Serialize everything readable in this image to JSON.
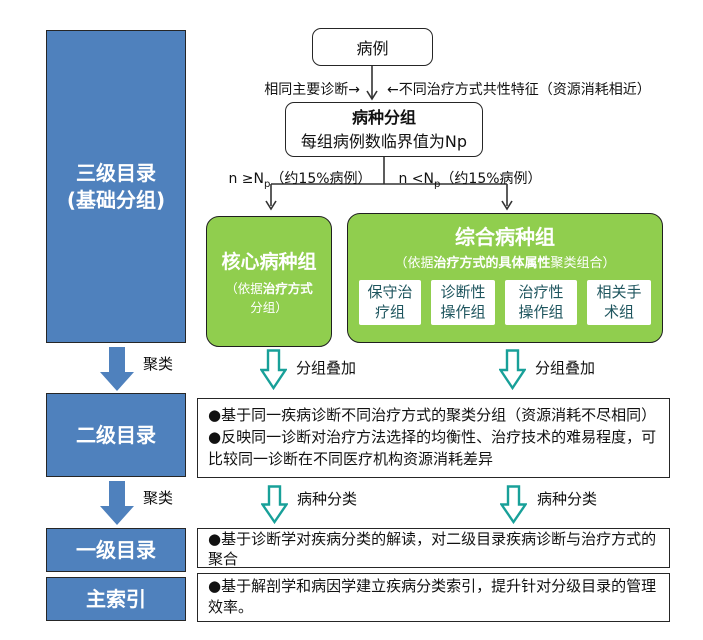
{
  "colors": {
    "blue": "#4f81bd",
    "green": "#90ce4e",
    "teal_arrow": "#18a099",
    "subbox_text": "#1e555e",
    "border": "#262626"
  },
  "left_column": {
    "level3_line1": "三级目录",
    "level3_line2": "(基础分组)",
    "cluster_label_1": "聚类",
    "level2": "二级目录",
    "cluster_label_2": "聚类",
    "level1": "一级目录",
    "main_index": "主索引"
  },
  "flow": {
    "case_box": "病例",
    "left_annotation": "相同主要诊断→",
    "right_annotation": "←不同治疗方式共性特征（资源消耗相近）",
    "grouping_box": {
      "title": "病种分组",
      "subtitle": "每组病例数临界值为Np"
    },
    "branch_left": {
      "prefix": "n ≥N",
      "sub": "p",
      "suffix": "（约15%病例）"
    },
    "branch_right": {
      "prefix": "n <N",
      "sub": "p",
      "suffix": "（约15%病例）"
    },
    "core_group": {
      "title": "核心病种组",
      "subtitle_pre": "（依据",
      "subtitle_bold": "治疗方式",
      "subtitle_post": "分组）"
    },
    "composite_group": {
      "title": "综合病种组",
      "subtitle_pre": "（依据",
      "subtitle_bold": "治疗方式的具体属性",
      "subtitle_post": "聚类组合）",
      "sub_boxes": [
        {
          "line1": "保守治",
          "line2": "疗组"
        },
        {
          "line1": "诊断性",
          "line2": "操作组"
        },
        {
          "line1": "治疗性",
          "line2": "操作组"
        },
        {
          "line1": "相关手",
          "line2": "术组"
        }
      ]
    },
    "overlay_label_left": "分组叠加",
    "overlay_label_right": "分组叠加",
    "classify_label_left": "病种分类",
    "classify_label_right": "病种分类",
    "desc1_line1": "●基于同一疾病诊断不同治疗方式的聚类分组（资源消耗不尽相同）",
    "desc1_line2": "●反映同一诊断对治疗方法选择的均衡性、治疗技术的难易程度，可比较同一诊断在不同医疗机构资源消耗差异",
    "desc2": "●基于诊断学对疾病分类的解读，对二级目录疾病诊断与治疗方式的聚合",
    "desc3": "●基于解剖学和病因学建立疾病分类索引，提升针对分级目录的管理效率。"
  }
}
